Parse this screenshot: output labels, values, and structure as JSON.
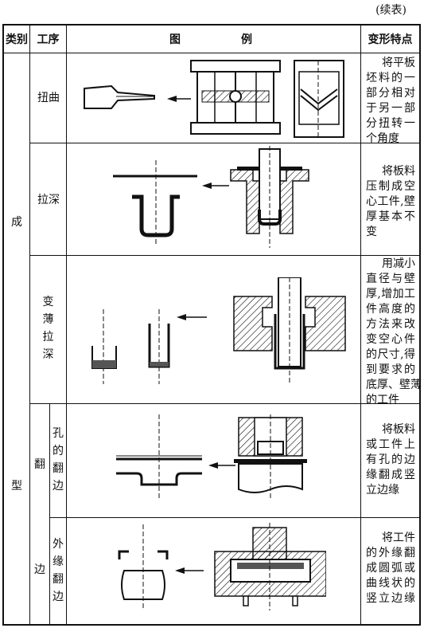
{
  "continued_label": "(续表)",
  "headers": {
    "category": "类别",
    "process": "工序",
    "illustration_a": "图",
    "illustration_b": "例",
    "features": "变形特点"
  },
  "category_chars": [
    "成",
    "型"
  ],
  "rows": [
    {
      "process": "扭曲",
      "desc_lines": [
        "将平板",
        "坯料的一",
        "部分相对",
        "于另一部",
        "分扭转一",
        "个角度"
      ]
    },
    {
      "process": "拉深",
      "desc_lines": [
        "将板料",
        "压制成空",
        "心工件,壁",
        "厚基本不",
        "变"
      ]
    },
    {
      "process_chars": [
        "变",
        "薄",
        "拉",
        "深"
      ],
      "desc_lines": [
        "用减小",
        "直径与壁",
        "厚,增加工",
        "件高度的",
        "方法来改",
        "变空心件",
        "的尺寸,得",
        "到要求的",
        "底厚、壁薄",
        "的工件"
      ]
    },
    {
      "sub_process_chars": [
        "孔",
        "的",
        "翻",
        "边"
      ],
      "desc_lines": [
        "将板料",
        "或工件上",
        "有孔的边",
        "缘翻成竖",
        "立边缘"
      ]
    },
    {
      "sub_process_chars": [
        "外",
        "缘",
        "翻",
        "边"
      ],
      "desc_lines": [
        "将工件",
        "的外缘翻",
        "成圆弧或",
        "曲线状的",
        "竖立边缘"
      ]
    }
  ],
  "flanging_group": "翻",
  "flanging_group_2": "边"
}
